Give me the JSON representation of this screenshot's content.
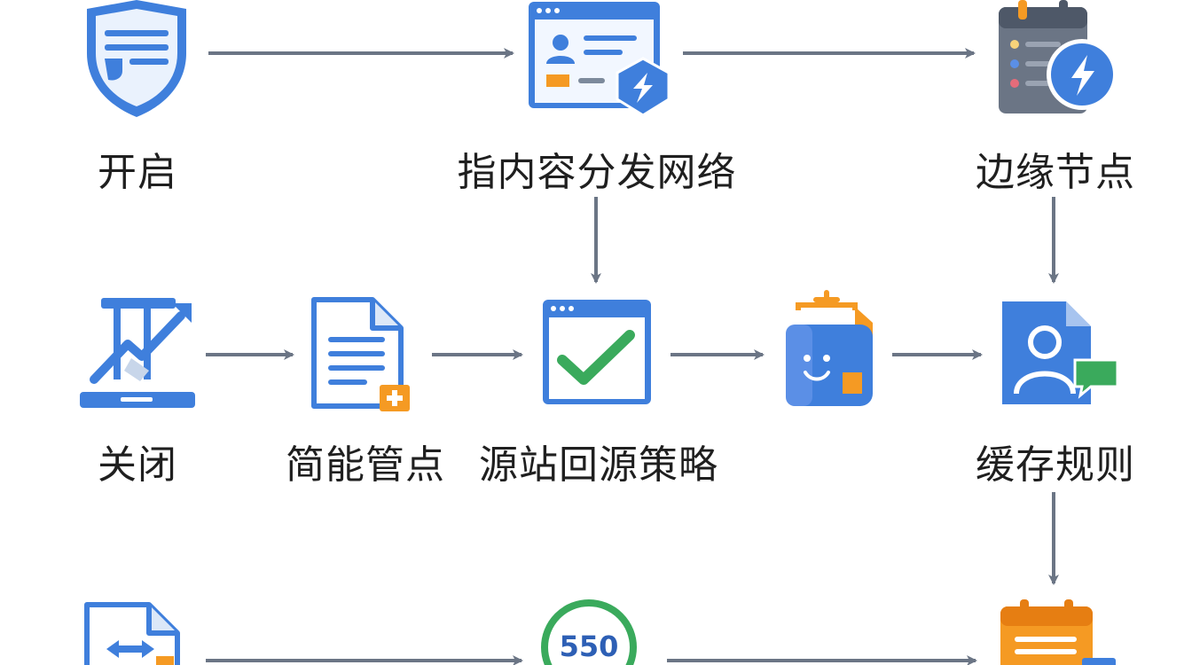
{
  "nodes": {
    "enable": {
      "label": "开启",
      "icon": "shield-icon"
    },
    "cdn": {
      "label": "指内容分发网络",
      "icon": "browser-window-user-bolt-icon"
    },
    "edge": {
      "label": "边缘节点",
      "icon": "calendar-bolt-icon"
    },
    "disable": {
      "label": "关闭",
      "icon": "chart-pen-icon"
    },
    "simple": {
      "label": "简能管点",
      "icon": "document-add-icon"
    },
    "origin": {
      "label": "源站回源策略",
      "icon": "browser-check-icon"
    },
    "puzzle": {
      "label": "",
      "icon": "puzzle-icon"
    },
    "cache": {
      "label": "缓存规则",
      "icon": "user-document-chat-icon"
    },
    "transfer": {
      "label": "",
      "icon": "document-transfer-icon"
    },
    "status": {
      "label": "",
      "icon": "status-circle-icon",
      "badge": "550"
    },
    "schedule": {
      "label": "",
      "icon": "calendar-list-icon"
    }
  },
  "colors": {
    "blue": "#3f7fdc",
    "orange": "#f59a23",
    "green": "#3aaa5c",
    "gray": "#6b7585"
  }
}
